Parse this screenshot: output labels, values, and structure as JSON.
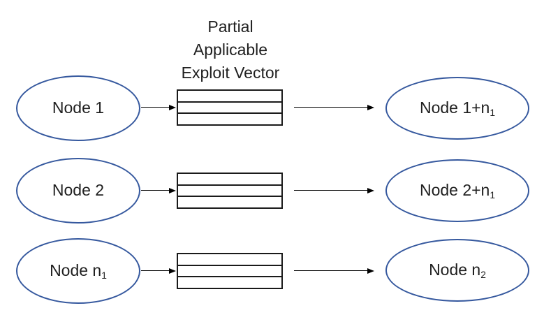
{
  "figure": {
    "title_lines": [
      "Partial",
      "Applicable",
      "Exploit Vector"
    ]
  },
  "colors": {
    "node_outline": "#35589E",
    "vector_outline": "#1A1A1A",
    "arrow": "#000000",
    "node_fill": "#FFFFFF",
    "background": "#FFFFFF",
    "text": "#1F1F1F"
  },
  "rows": [
    {
      "left_node": {
        "label": "Node 1",
        "subscript": ""
      },
      "vector_cell_count": 3,
      "right_node": {
        "label": "Node 1+n",
        "subscript": "1"
      }
    },
    {
      "left_node": {
        "label": "Node 2",
        "subscript": ""
      },
      "vector_cell_count": 3,
      "right_node": {
        "label": "Node 2+n",
        "subscript": "1"
      }
    },
    {
      "left_node": {
        "label": "Node n",
        "subscript": "1"
      },
      "vector_cell_count": 3,
      "right_node": {
        "label": "Node n",
        "subscript": "2"
      }
    }
  ]
}
